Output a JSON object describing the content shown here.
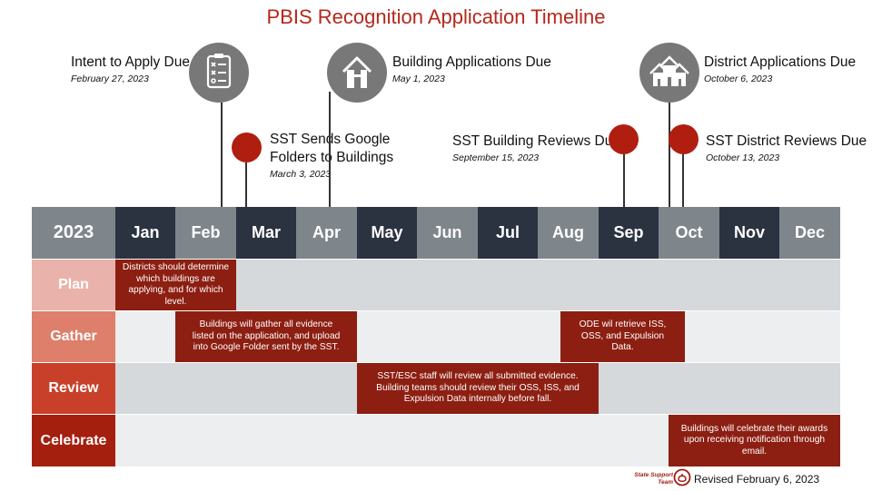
{
  "title": "PBIS Recognition Application Timeline",
  "colors": {
    "title": "#b5281c",
    "month_dark": "#2b3240",
    "month_gray": "#7e858b",
    "plan": "#e9b2aa",
    "gather": "#dd7f6a",
    "review": "#c9402a",
    "celebrate": "#a51f0e",
    "task": "#8c1f12",
    "milestone_red": "#b01e10",
    "milestone_gray": "#787878"
  },
  "header": {
    "year": "2023",
    "months": [
      "Jan",
      "Feb",
      "Mar",
      "Apr",
      "May",
      "Jun",
      "Jul",
      "Aug",
      "Sep",
      "Oct",
      "Nov",
      "Dec"
    ]
  },
  "rows": [
    "Plan",
    "Gather",
    "Review",
    "Celebrate"
  ],
  "milestones": {
    "intent": {
      "title": "Intent to Apply Due",
      "date": "February 27, 2023",
      "icon": "checklist-icon"
    },
    "sst_folders": {
      "title_line1": "SST Sends Google",
      "title_line2": "Folders to Buildings",
      "date": "March 3, 2023"
    },
    "building_apps": {
      "title": "Building Applications Due",
      "date": "May 1, 2023",
      "icon": "house-icon"
    },
    "sst_building_reviews": {
      "title": "SST Building Reviews Due",
      "date": "September 15, 2023"
    },
    "district_apps": {
      "title": "District Applications Due",
      "date": "October 6, 2023",
      "icon": "houses-icon"
    },
    "sst_district_reviews": {
      "title": "SST District Reviews Due",
      "date": "October 13, 2023"
    }
  },
  "tasks": {
    "plan": "Districts should determine which buildings are applying, and for which level.",
    "gather_buildings": "Buildings will gather all evidence listed on the application, and upload into Google Folder sent by the SST.",
    "gather_ode": "ODE wil retrieve ISS, OSS, and Expulsion Data.",
    "review": "SST/ESC staff will review all submitted evidence. Building teams should review their OSS, ISS, and Expulsion Data internally before fall.",
    "celebrate": "Buildings will celebrate their awards upon receiving notification through email."
  },
  "footer": {
    "logo_line1": "State Support",
    "logo_line2": "Team",
    "revised": "Revised February 6, 2023"
  }
}
